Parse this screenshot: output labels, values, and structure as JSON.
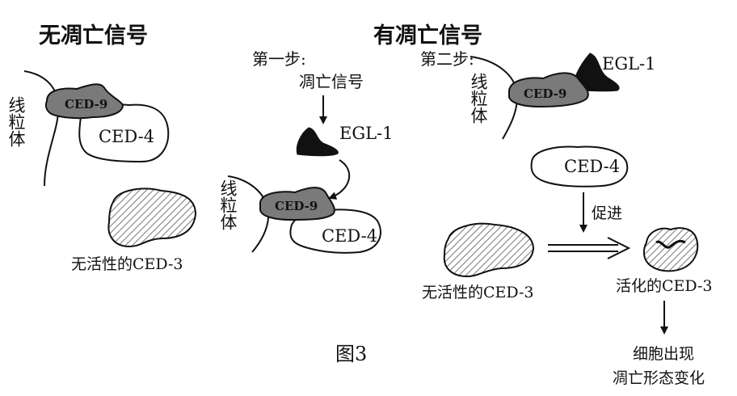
{
  "panels": {
    "no_signal": {
      "title": "无凋亡信号",
      "mito_label": "线粒体",
      "ced9": "CED-9",
      "ced4": "CED-4",
      "ced3_inactive": "无活性的CED-3"
    },
    "with_signal": {
      "title": "有凋亡信号",
      "step1": {
        "label": "第一步:",
        "signal": "凋亡信号",
        "egl1": "EGL-1",
        "mito_label": "线粒体",
        "ced9": "CED-9",
        "ced4": "CED-4"
      },
      "step2": {
        "label": "第二步:",
        "egl1": "EGL-1",
        "mito_label": "线粒体",
        "ced9": "CED-9",
        "ced4": "CED-4",
        "promote": "促进",
        "ced3_inactive": "无活性的CED-3",
        "ced3_active": "活化的CED-3",
        "outcome_line1": "细胞出现",
        "outcome_line2": "凋亡形态变化"
      }
    }
  },
  "caption": "图3",
  "colors": {
    "ced9_fill": "#7a7a7a",
    "egl1_fill": "#111111",
    "line": "#111111",
    "hatch": "#777777"
  }
}
